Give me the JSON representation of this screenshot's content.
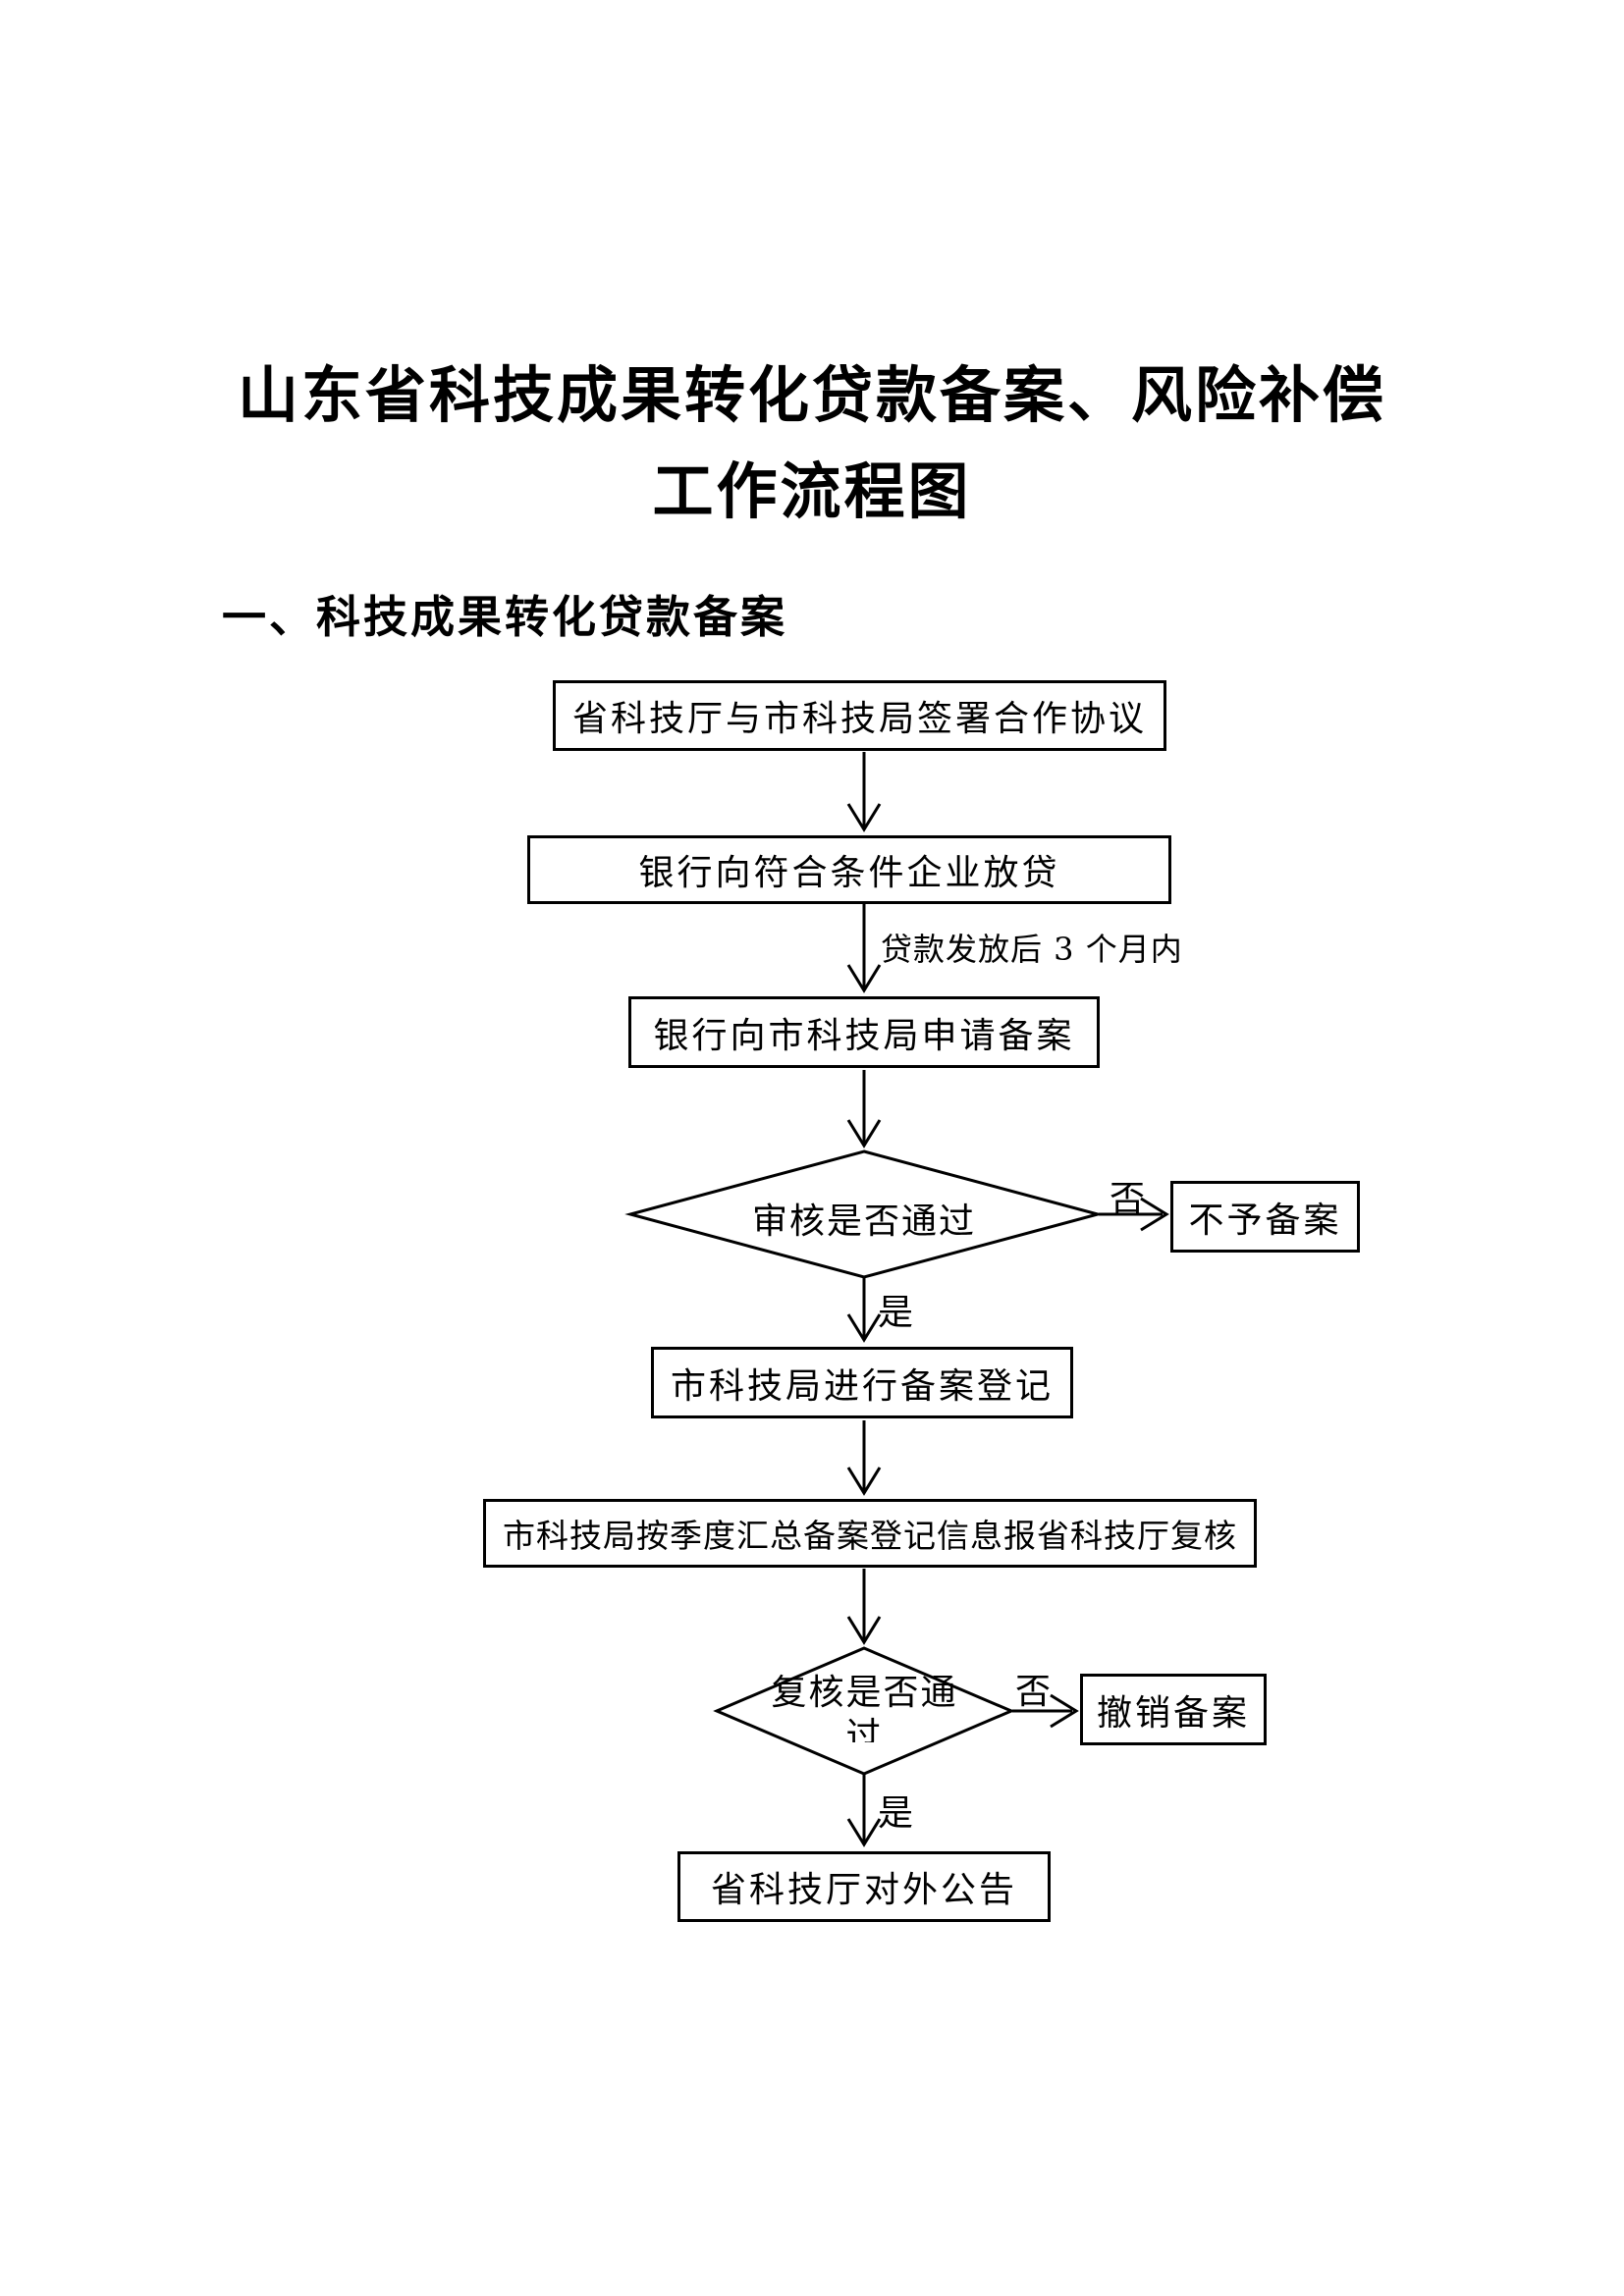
{
  "page": {
    "title_line1": "山东省科技成果转化贷款备案、风险补偿",
    "title_line2": "工作流程图",
    "section_heading": "一、科技成果转化贷款备案"
  },
  "flowchart": {
    "boxes": {
      "sign_agreement": "省科技厅与市科技局签署合作协议",
      "bank_loan": "银行向符合条件企业放贷",
      "apply_filing": "银行向市科技局申请备案",
      "no_filing": "不予备案",
      "filing_register": "市科技局进行备案登记",
      "quarterly_report": "市科技局按季度汇总备案登记信息报省科技厅复核",
      "revoke_filing": "撤销备案",
      "public_notice": "省科技厅对外公告"
    },
    "decisions": {
      "review": "审核是否通过",
      "recheck": "复核是否通过"
    },
    "labels": {
      "loan_period": "贷款发放后 3 个月内",
      "no1": "否",
      "yes1": "是",
      "no2": "否",
      "yes2": "是"
    },
    "colors": {
      "ink": "#000000",
      "background": "#ffffff"
    }
  }
}
